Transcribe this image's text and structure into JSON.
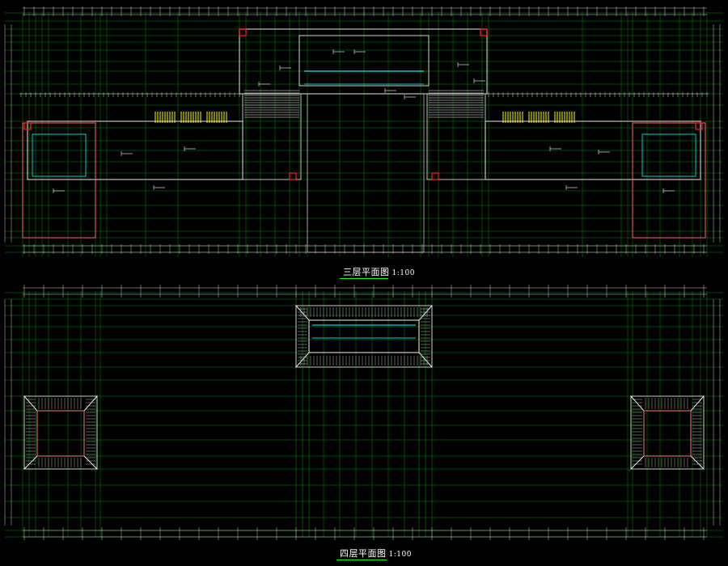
{
  "drawings": [
    {
      "title": "三层平面图",
      "scale": "1:100"
    },
    {
      "title": "四层平面图",
      "scale": "1:100"
    }
  ],
  "colors": {
    "background": "#000000",
    "grid": "#00ff00",
    "dimension": "#ffffff",
    "wall": "#c0c0c0",
    "wall_accent": "#ff6666",
    "glazing": "#00cccc",
    "stair": "#ffff00",
    "column": "#ff2222"
  }
}
